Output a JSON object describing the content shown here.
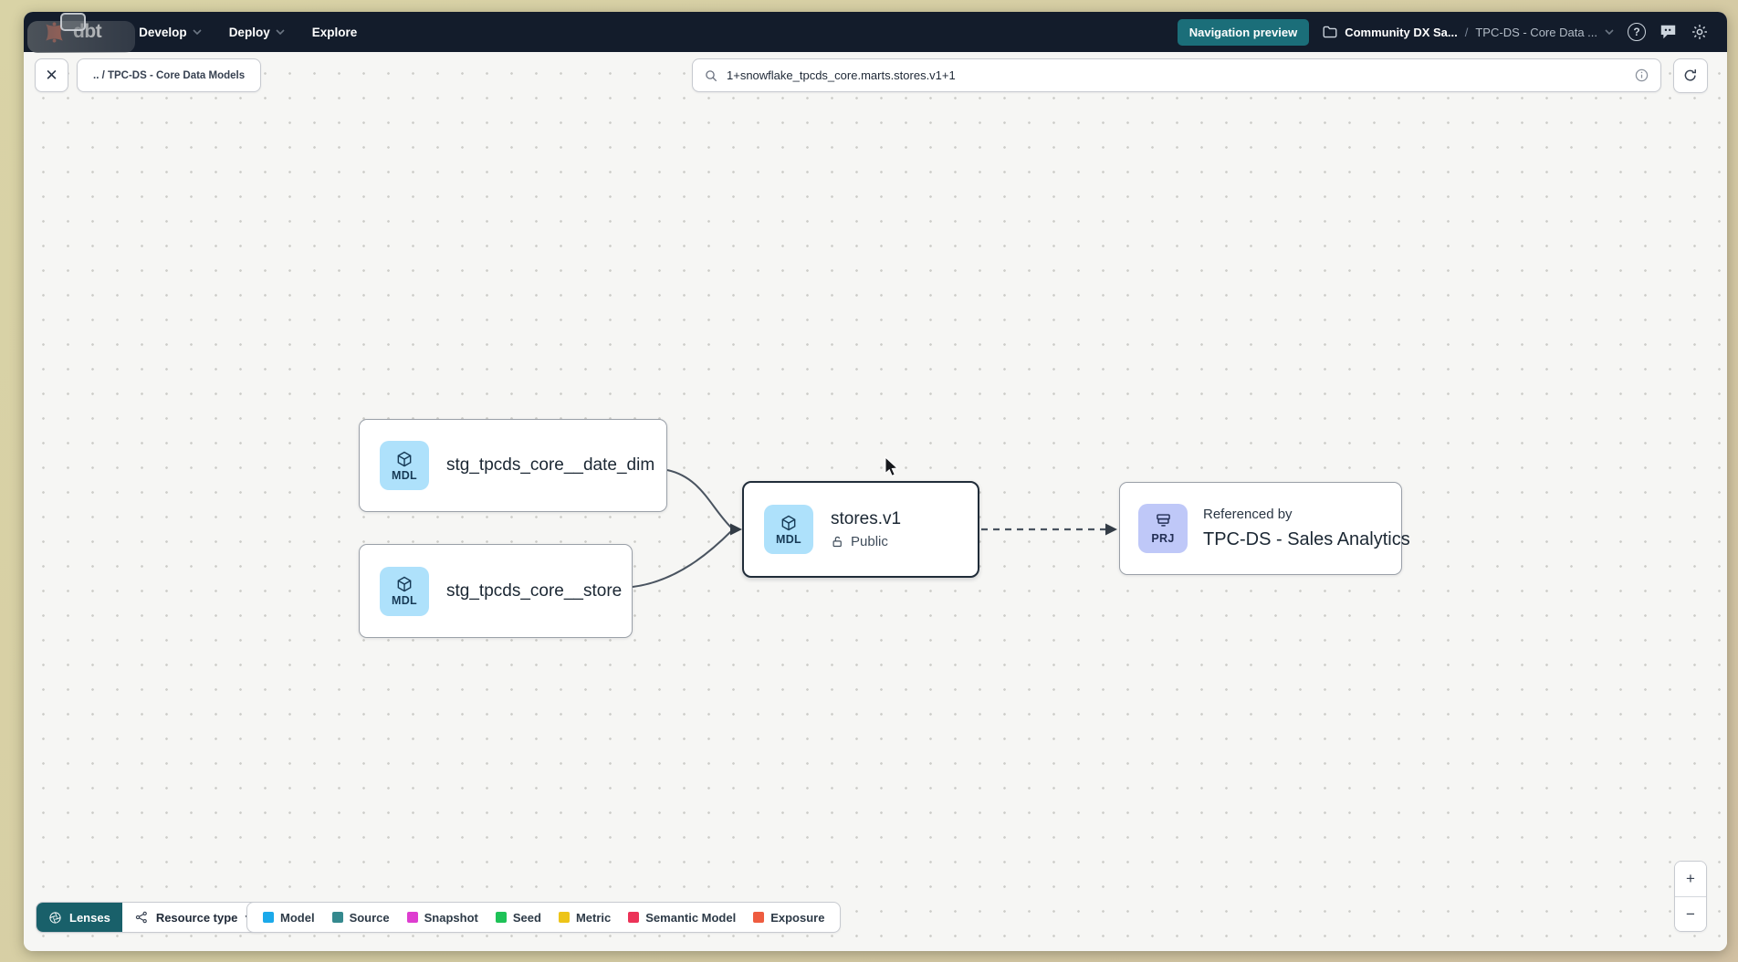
{
  "topbar": {
    "logo_text": "dbt",
    "menus": [
      {
        "label": "Develop"
      },
      {
        "label": "Deploy"
      },
      {
        "label": "Explore"
      }
    ],
    "preview_badge": "Navigation preview",
    "breadcrumb": {
      "project": "Community DX Sa...",
      "separator": "/",
      "section": "TPC-DS - Core Data ..."
    }
  },
  "toolbar": {
    "close_label": "✕",
    "breadcrumb_chip": ".. / TPC-DS - Core Data Models",
    "search": {
      "value": "1+snowflake_tpcds_core.marts.stores.v1+1"
    }
  },
  "graph": {
    "nodes": [
      {
        "id": "stg_tpcds_core__date_dim",
        "badge": "MDL",
        "label": "stg_tpcds_core__date_dim"
      },
      {
        "id": "stg_tpcds_core__store",
        "badge": "MDL",
        "label": "stg_tpcds_core__store"
      },
      {
        "id": "stores_v1",
        "badge": "MDL",
        "label": "stores.v1",
        "access": "Public",
        "selected": true
      },
      {
        "id": "tpcds_sales_analytics",
        "badge": "PRJ",
        "title": "Referenced by",
        "label": "TPC-DS - Sales Analytics"
      }
    ]
  },
  "footer": {
    "lenses_label": "Lenses",
    "resource_type_label": "Resource type",
    "legend": [
      {
        "label": "Model",
        "color": "#1ba9ea"
      },
      {
        "label": "Source",
        "color": "#35898e"
      },
      {
        "label": "Snapshot",
        "color": "#de3dd0"
      },
      {
        "label": "Seed",
        "color": "#1ec257"
      },
      {
        "label": "Metric",
        "color": "#edc418"
      },
      {
        "label": "Semantic Model",
        "color": "#ec3358"
      },
      {
        "label": "Exposure",
        "color": "#ee5c40"
      }
    ],
    "zoom_in": "+",
    "zoom_out": "−"
  },
  "colors": {
    "topbar_bg": "#131c2b",
    "preview_badge_bg": "#1b6e79",
    "lenses_bg": "#19606a",
    "mdl_badge_bg": "#aee1fb",
    "prj_badge_bg": "#bfc8f8",
    "canvas_bg": "#f6f6f4",
    "edge": "#4a5460",
    "logo_orange": "#ff5c35"
  }
}
